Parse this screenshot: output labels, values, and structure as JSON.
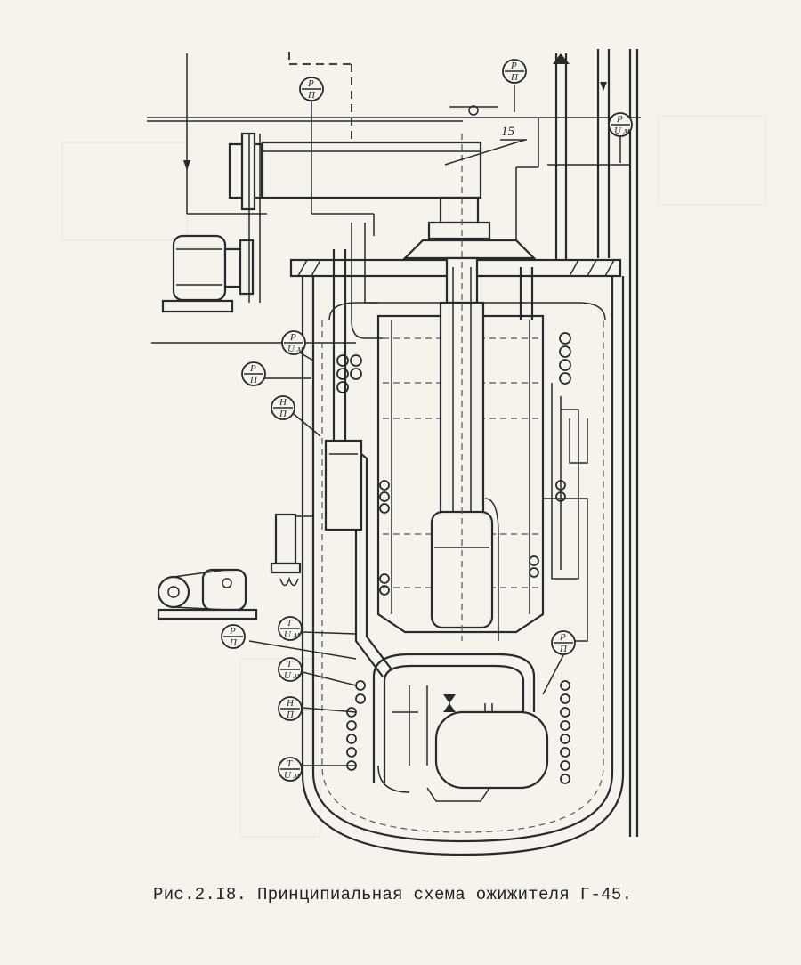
{
  "figure": {
    "caption": "Рис.2.I8.   Принципиальная схема ожижителя Г-45.",
    "callout_number": "15"
  },
  "gauges": [
    {
      "id": "g1",
      "top": "P",
      "bottom": "П"
    },
    {
      "id": "g2",
      "top": "P",
      "bottom": "П"
    },
    {
      "id": "g3",
      "top": "P",
      "bottom": "U м"
    },
    {
      "id": "g4",
      "top": "P",
      "bottom": "U м"
    },
    {
      "id": "g5",
      "top": "P",
      "bottom": "П"
    },
    {
      "id": "g6",
      "top": "H",
      "bottom": "П"
    },
    {
      "id": "g7",
      "top": "P",
      "bottom": "П"
    },
    {
      "id": "g8",
      "top": "T",
      "bottom": "U м"
    },
    {
      "id": "g9",
      "top": "T",
      "bottom": "U м"
    },
    {
      "id": "g10",
      "top": "H",
      "bottom": "П"
    },
    {
      "id": "g11",
      "top": "T",
      "bottom": "U м"
    },
    {
      "id": "g12",
      "top": "P",
      "bottom": "П"
    }
  ]
}
